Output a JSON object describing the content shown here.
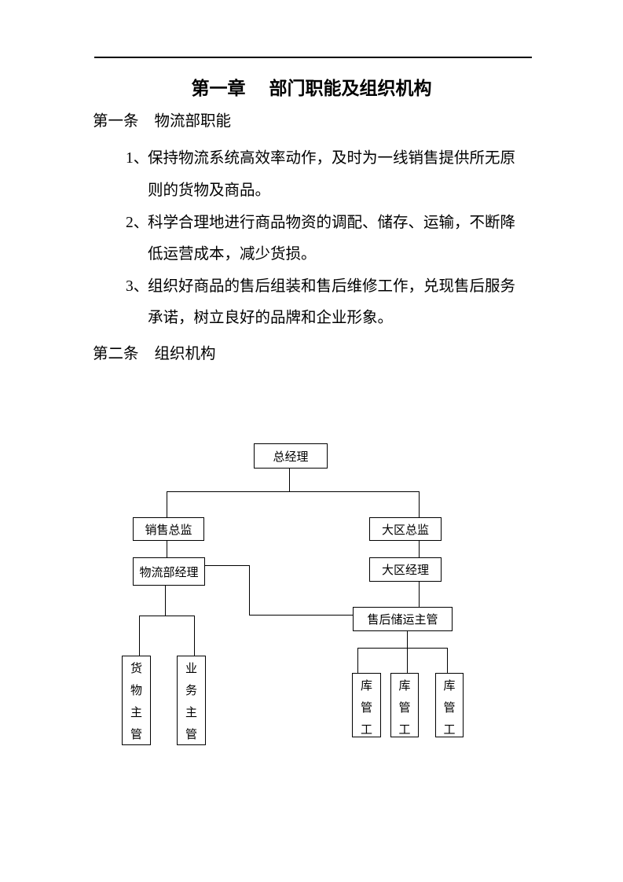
{
  "title": {
    "part1": "第一章",
    "part2": "部门职能及组织机构"
  },
  "articles": [
    {
      "label": "第一条",
      "title": "物流部职能",
      "items": [
        {
          "num": "1、",
          "lines": [
            "保持物流系统高效率动作，及时为一线销售提供所无原",
            "则的货物及商品。"
          ]
        },
        {
          "num": "2、",
          "lines": [
            "科学合理地进行商品物资的调配、储存、运输，不断降",
            "低运营成本，减少货损。"
          ]
        },
        {
          "num": "3、",
          "lines": [
            "组织好商品的售后组装和售后维修工作，兑现售后服务",
            "承诺，树立良好的品牌和企业形象。"
          ]
        }
      ]
    },
    {
      "label": "第二条",
      "title": "组织机构"
    }
  ],
  "org_chart": {
    "nodes": {
      "general_manager": "总经理",
      "sales_director": "销售总监",
      "regional_director": "大区总监",
      "logistics_manager": "物流部经理",
      "regional_manager": "大区经理",
      "aftersales_storage_supervisor": "售后储运主管",
      "cargo_supervisor": "货物主管",
      "business_supervisor": "业务主管",
      "warehouse_keeper_1": "库管工",
      "warehouse_keeper_2": "库管工",
      "warehouse_keeper_3": "库管工"
    }
  },
  "colors": {
    "ink": "#000000",
    "paper": "#ffffff"
  }
}
